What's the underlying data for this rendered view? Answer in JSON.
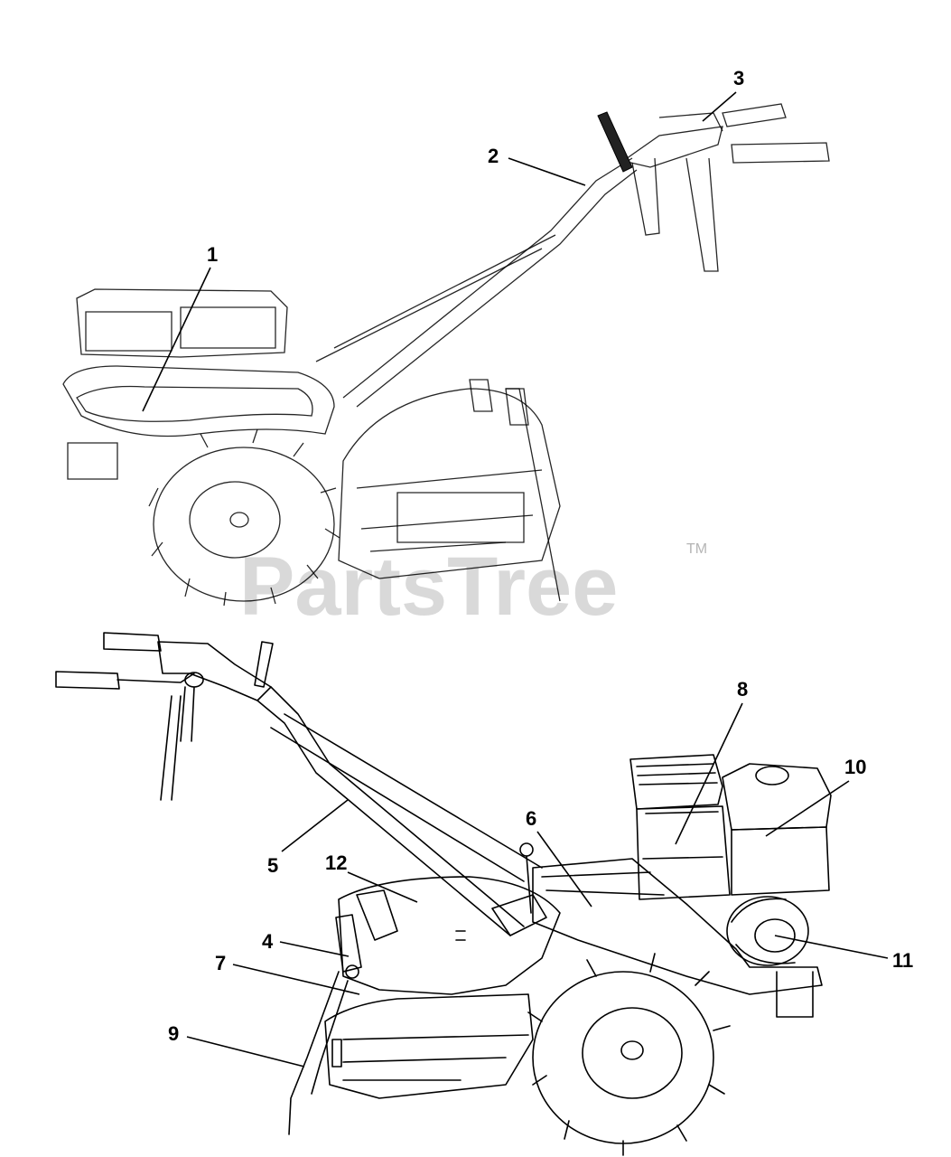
{
  "watermark": {
    "text": "PartsTree",
    "trademark": "TM"
  },
  "callouts": [
    {
      "id": "1",
      "label": "1"
    },
    {
      "id": "2",
      "label": "2"
    },
    {
      "id": "3",
      "label": "3"
    },
    {
      "id": "4",
      "label": "4"
    },
    {
      "id": "5",
      "label": "5"
    },
    {
      "id": "6",
      "label": "6"
    },
    {
      "id": "7",
      "label": "7"
    },
    {
      "id": "8",
      "label": "8"
    },
    {
      "id": "9",
      "label": "9"
    },
    {
      "id": "10",
      "label": "10"
    },
    {
      "id": "11",
      "label": "11"
    },
    {
      "id": "12",
      "label": "12"
    }
  ]
}
